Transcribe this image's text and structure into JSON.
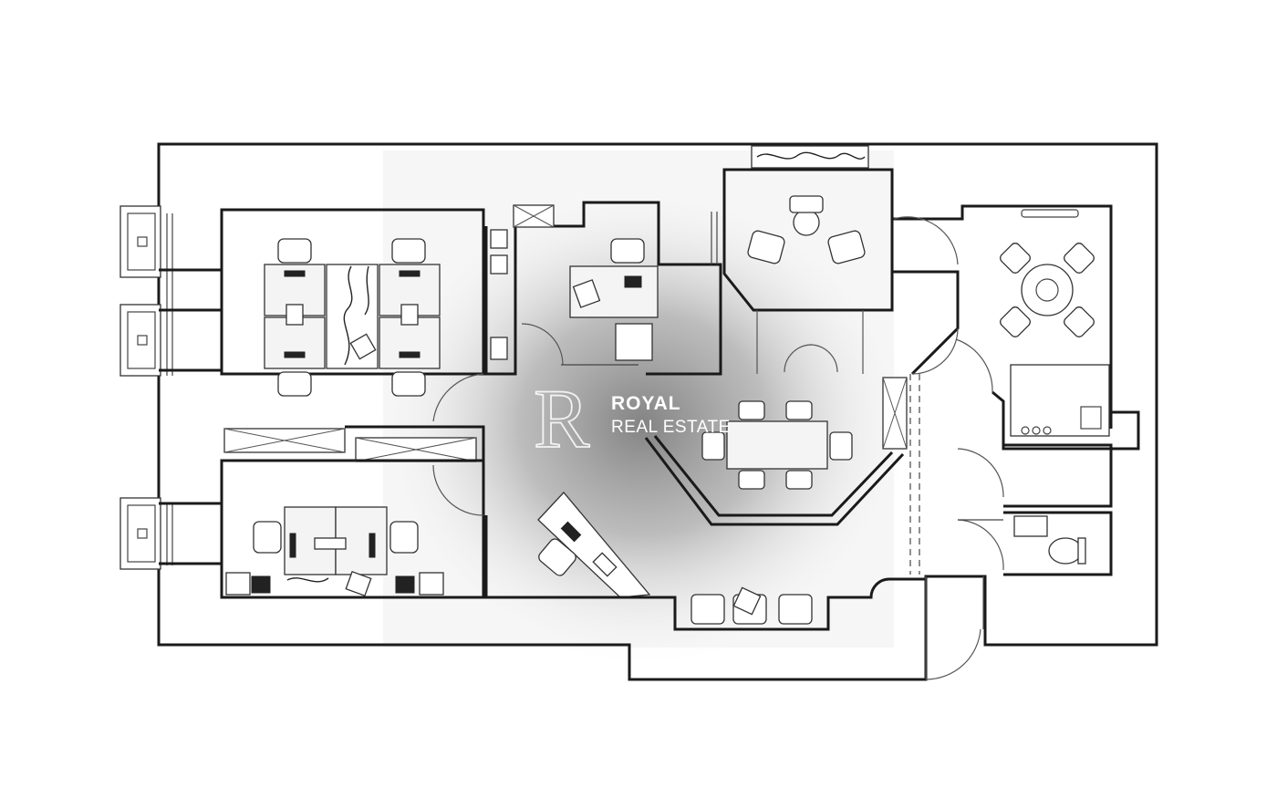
{
  "watermark": {
    "monogram": "R",
    "line1": "ROYAL",
    "line2": "REAL ESTATE"
  },
  "colors": {
    "wall": "#1a1a1a",
    "background": "#ffffff",
    "shadow": "#8a8a8a",
    "watermark_text": "#ffffff"
  }
}
